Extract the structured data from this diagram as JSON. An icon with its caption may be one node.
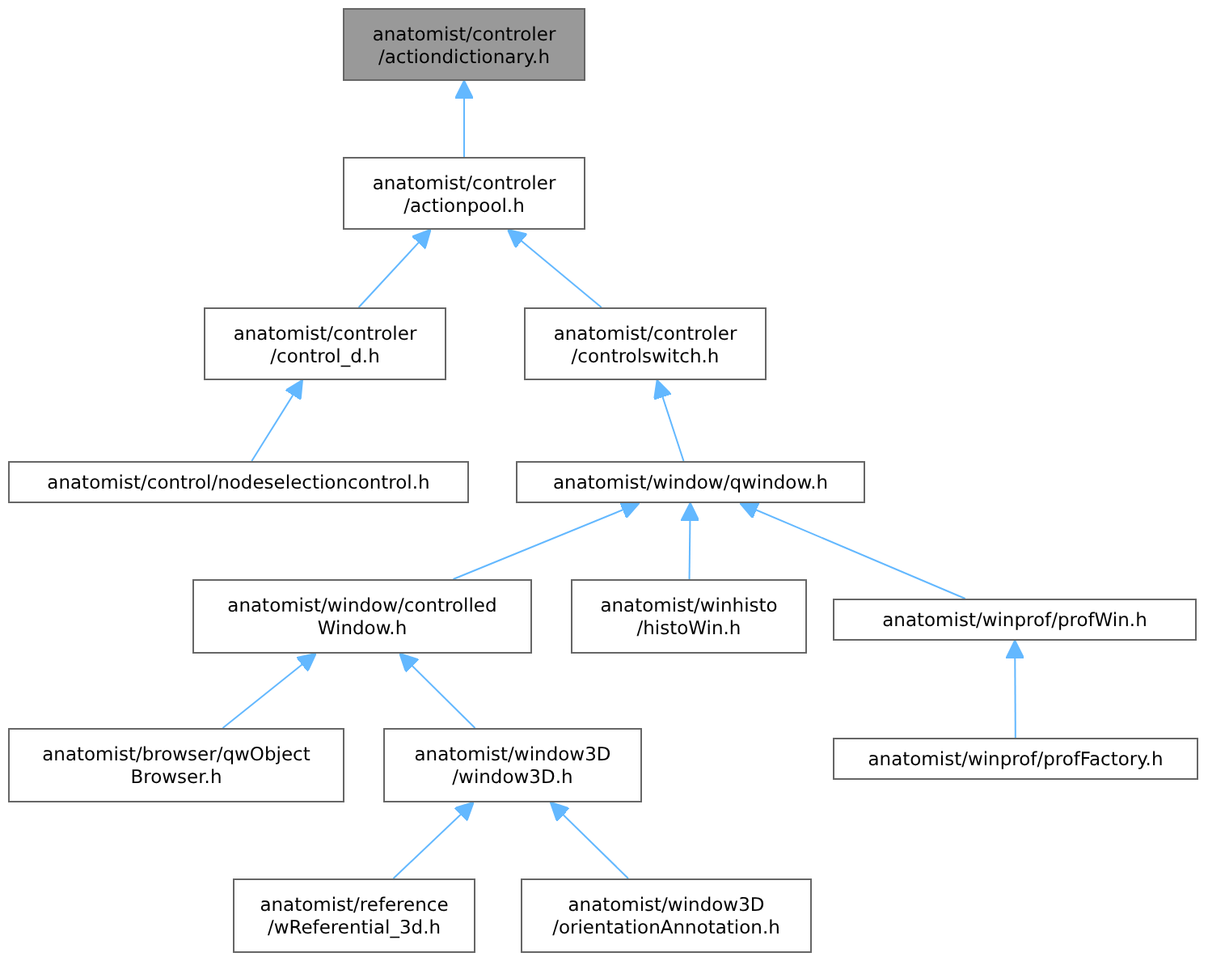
{
  "diagram": {
    "nodes": [
      {
        "text": [
          "anatomist/controler /actiondictionary.h"
        ]
      },
      {
        "text": [
          "anatomist/controler /actionpool.h"
        ]
      },
      {
        "text": [
          "anatomist/controler /control_d.h"
        ]
      },
      {
        "text": [
          "anatomist/controler /controlswitch.h"
        ]
      },
      {
        "text": [
          "anatomist/control/nodeselectioncontrol.h"
        ]
      },
      {
        "text": [
          "anatomist/window/qwindow.h"
        ]
      },
      {
        "text": [
          "anatomist/window/controlled Window.h"
        ]
      },
      {
        "text": [
          "anatomist/winhisto /histoWin.h"
        ]
      },
      {
        "text": [
          "anatomist/winprof/profWin.h"
        ]
      },
      {
        "text": [
          "anatomist/browser/qwObject Browser.h"
        ]
      },
      {
        "text": [
          "anatomist/window3D /window3D.h"
        ]
      },
      {
        "text": [
          "anatomist/winprof/profFactory.h"
        ]
      },
      {
        "text": [
          "anatomist/reference /wReferential_3d.h"
        ]
      },
      {
        "text": [
          "anatomist/window3D /orientationAnnotation.h"
        ]
      }
    ],
    "edges": [
      {
        "from": 1,
        "to": 0,
        "arrow": "to"
      },
      {
        "from": 2,
        "to": 1,
        "arrow": "to"
      },
      {
        "from": 3,
        "to": 1,
        "arrow": "to"
      },
      {
        "from": 4,
        "to": 2,
        "arrow": "to"
      },
      {
        "from": 5,
        "to": 3,
        "arrow": "to"
      },
      {
        "from": 6,
        "to": 5,
        "arrow": "to"
      },
      {
        "from": 7,
        "to": 5,
        "arrow": "to"
      },
      {
        "from": 8,
        "to": 5,
        "arrow": "to"
      },
      {
        "from": 9,
        "to": 6,
        "arrow": "to"
      },
      {
        "from": 10,
        "to": 6,
        "arrow": "to"
      },
      {
        "from": 11,
        "to": 8,
        "arrow": "to"
      },
      {
        "from": 12,
        "to": 10,
        "arrow": "to"
      },
      {
        "from": 13,
        "to": 10,
        "arrow": "to"
      }
    ]
  }
}
